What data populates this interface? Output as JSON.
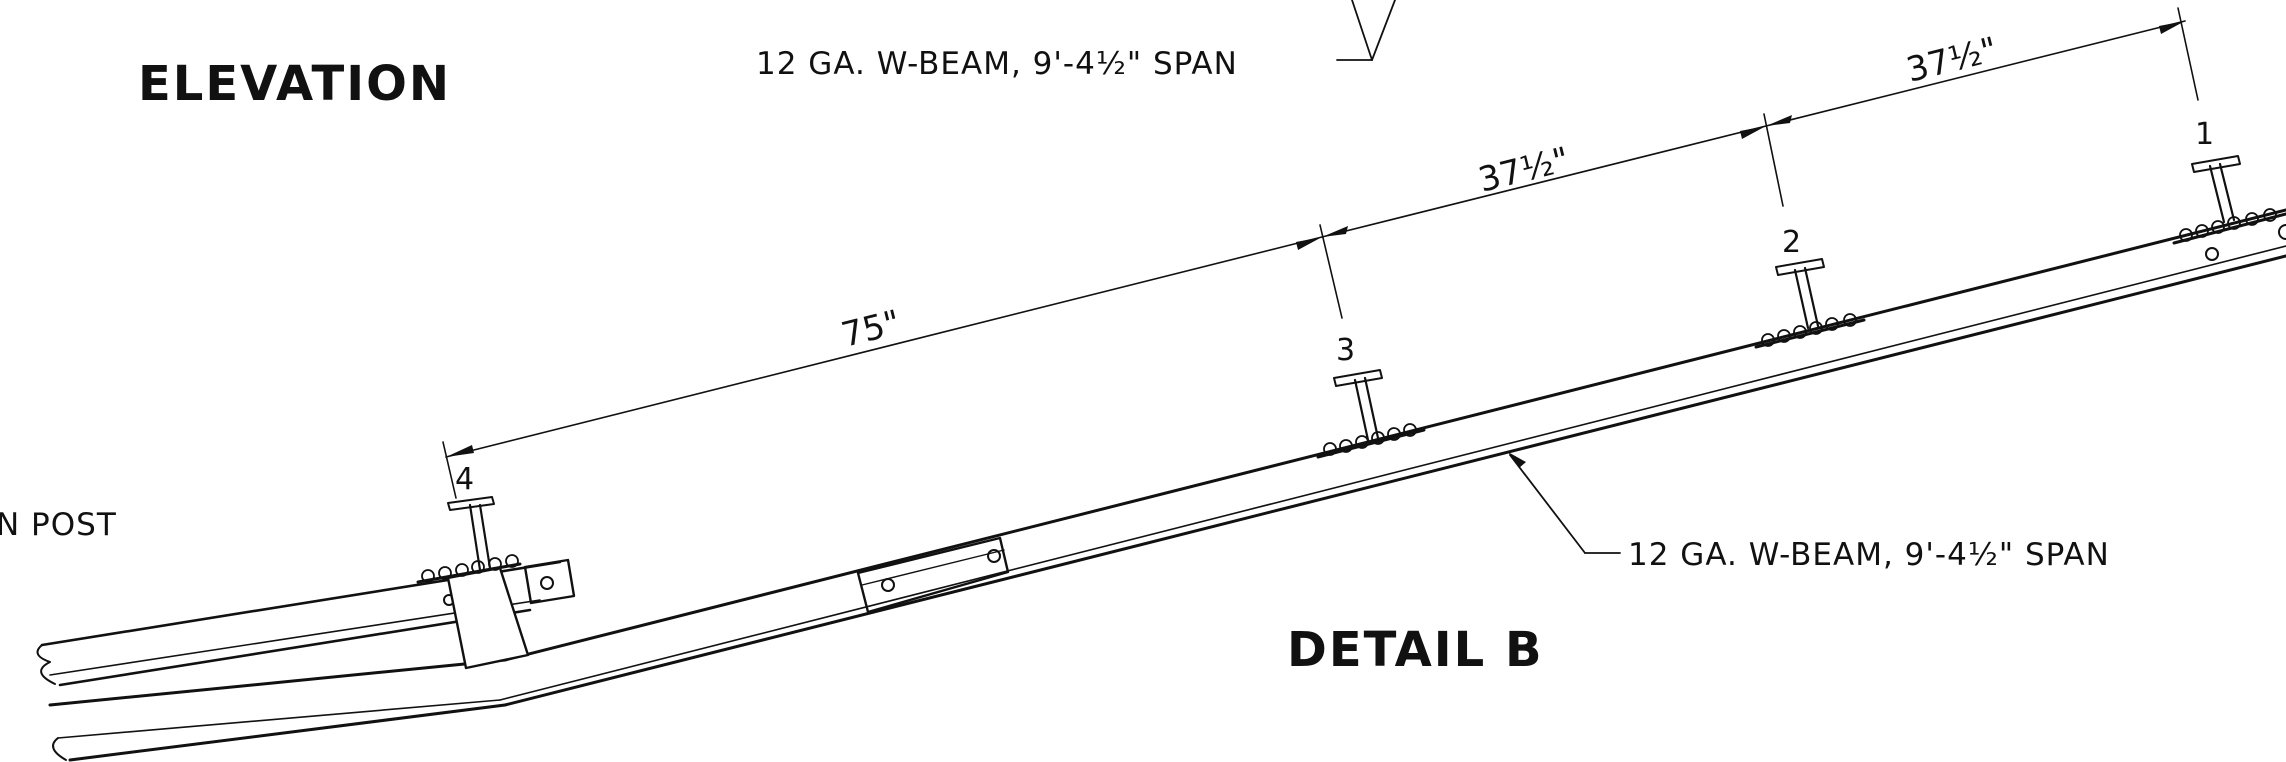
{
  "labels": {
    "elevation": "ELEVATION",
    "detail_b": "DETAIL B",
    "beam_note_top": "12 GA. W-BEAM, 9'-4½\" SPAN",
    "beam_note_bottom": "12 GA. W-BEAM, 9'-4½\" SPAN",
    "post_note_partial": "N POST"
  },
  "dimensions": {
    "d1": "37½\"",
    "d2": "37½\"",
    "d3": "75\""
  },
  "posts": [
    "1",
    "2",
    "3",
    "4"
  ]
}
